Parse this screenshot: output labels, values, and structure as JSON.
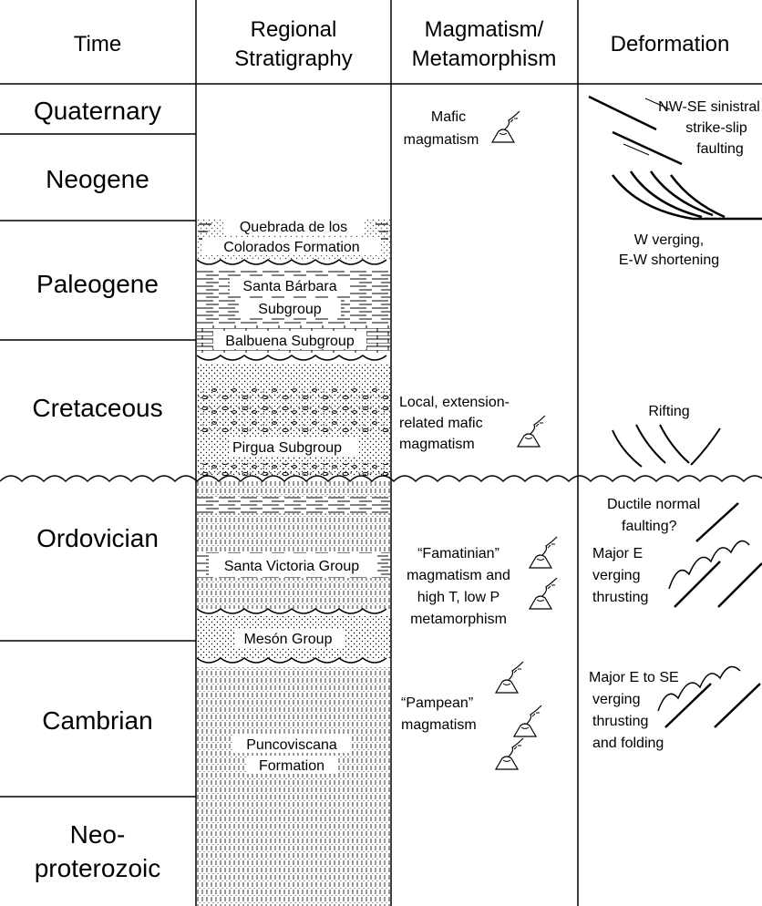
{
  "headers": {
    "time": "Time",
    "strat": [
      "Regional",
      "Stratigraphy"
    ],
    "magma": [
      "Magmatism/",
      "Metamorphism"
    ],
    "deform": "Deformation"
  },
  "periods": {
    "quaternary": "Quaternary",
    "neogene": "Neogene",
    "paleogene": "Paleogene",
    "cretaceous": "Cretaceous",
    "ordovician": "Ordovician",
    "cambrian": "Cambrian",
    "neoproterozoic": [
      "Neo-",
      "proterozoic"
    ]
  },
  "stratigraphy": {
    "quebrada": [
      "Quebrada de los",
      "Colorados Formation"
    ],
    "santa_barbara": [
      "Santa Bárbara",
      "Subgroup"
    ],
    "balbuena": "Balbuena Subgroup",
    "pirgua": "Pirgua Subgroup",
    "santa_victoria": "Santa Victoria Group",
    "meson": "Mesón Group",
    "puncoviscana": [
      "Puncoviscana",
      "Formation"
    ]
  },
  "magmatism": {
    "mafic": [
      "Mafic",
      "magmatism"
    ],
    "local": [
      "Local, extension-",
      "related mafic",
      "magmatism"
    ],
    "famatinian": [
      "“Famatinian”",
      "magmatism and",
      "high T, low P",
      "metamorphism"
    ],
    "pampean": [
      "“Pampean”",
      "magmatism"
    ]
  },
  "deformation": {
    "strike_slip": [
      "NW-SE sinistral",
      "strike-slip",
      "faulting"
    ],
    "w_verging": [
      "W verging,",
      "E-W shortening"
    ],
    "rifting": "Rifting",
    "ductile": [
      "Ductile normal",
      "faulting?"
    ],
    "e_verging": [
      "Major E",
      "verging",
      "thrusting"
    ],
    "e_se_verging": [
      "Major E to SE",
      "verging",
      "thrusting",
      "and folding"
    ]
  }
}
